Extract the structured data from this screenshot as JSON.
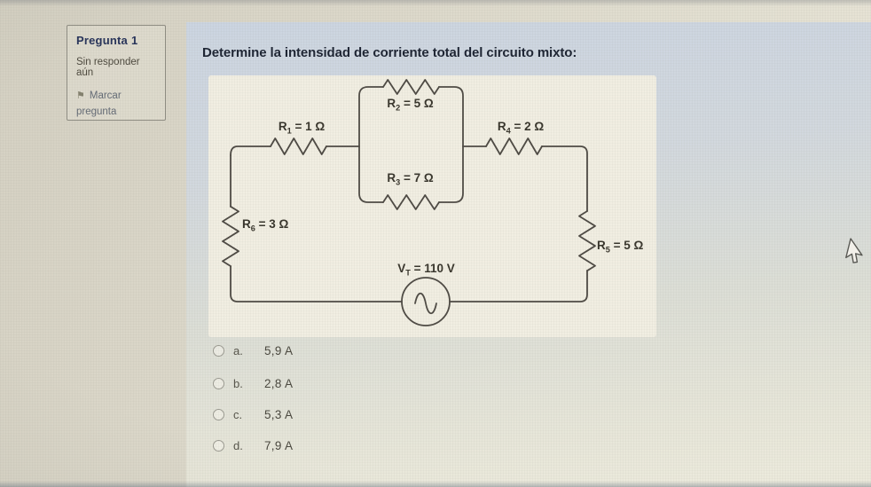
{
  "question_info": {
    "number_label": "Pregunta",
    "number": "1",
    "status": "Sin responder aún",
    "flag_icon": "⚑",
    "flag_label": "Marcar pregunta"
  },
  "question": {
    "text": "Determine la intensidad de corriente total del circuito mixto:"
  },
  "circuit": {
    "labels": [
      {
        "base": "R",
        "sub": "1",
        "rest": " = 1 Ω"
      },
      {
        "base": "R",
        "sub": "2",
        "rest": " = 5 Ω"
      },
      {
        "base": "R",
        "sub": "3",
        "rest": " = 7 Ω"
      },
      {
        "base": "R",
        "sub": "4",
        "rest": " = 2 Ω"
      },
      {
        "base": "R",
        "sub": "5",
        "rest": " = 5 Ω"
      },
      {
        "base": "R",
        "sub": "6",
        "rest": " = 3 Ω"
      },
      {
        "base": "V",
        "sub": "T",
        "rest": " = 110 V"
      }
    ],
    "source_type": "ac-source"
  },
  "options": [
    {
      "letter": "a.",
      "value": "5,9 A"
    },
    {
      "letter": "b.",
      "value": "2,8 A"
    },
    {
      "letter": "c.",
      "value": "5,3 A"
    },
    {
      "letter": "d.",
      "value": "7,9 A"
    }
  ],
  "colors": {
    "content_panel_blue": "#ccd5e1",
    "page_beige": "#dcd8ca",
    "circuit_background": "#f1eee2",
    "wire": "#4e4a44",
    "question_text": "#1d2433",
    "question_number_navy": "#27335a"
  }
}
